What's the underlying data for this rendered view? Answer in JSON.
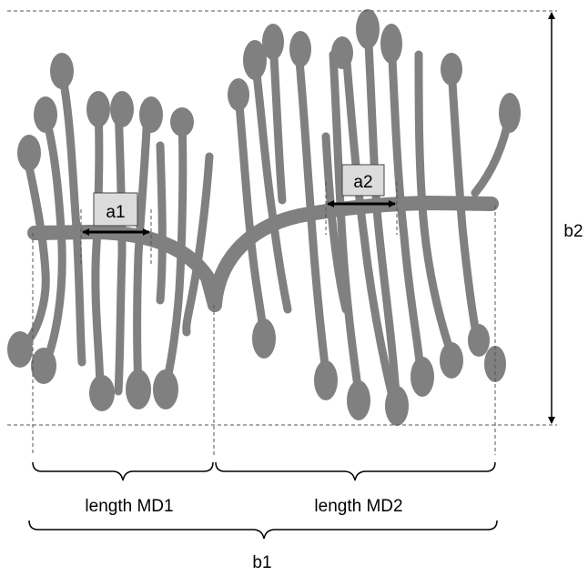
{
  "labels": {
    "a1": "a1",
    "a2": "a2",
    "b1": "b1",
    "b2": "b2",
    "md1": "length MD1",
    "md2": "length MD2"
  },
  "colors": {
    "structure": "#808080",
    "ink": "#000000",
    "guide": "#555555",
    "label_box": "#dcdcdc"
  }
}
